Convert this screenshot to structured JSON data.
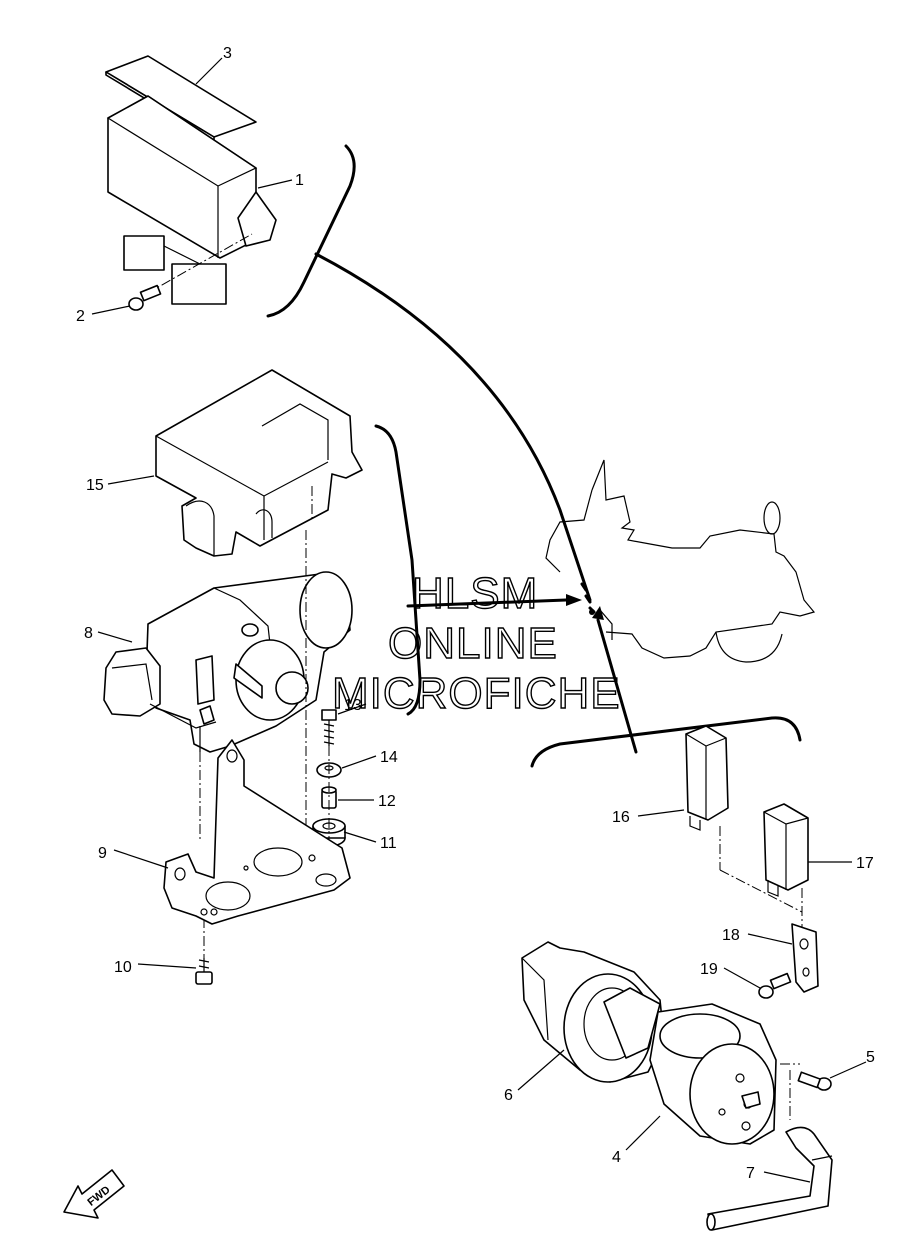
{
  "callouts": [
    {
      "id": "1",
      "text": "1"
    },
    {
      "id": "2",
      "text": "2"
    },
    {
      "id": "3",
      "text": "3"
    },
    {
      "id": "4",
      "text": "4"
    },
    {
      "id": "5",
      "text": "5"
    },
    {
      "id": "6",
      "text": "6"
    },
    {
      "id": "7",
      "text": "7"
    },
    {
      "id": "8",
      "text": "8"
    },
    {
      "id": "9",
      "text": "9"
    },
    {
      "id": "10",
      "text": "10"
    },
    {
      "id": "11",
      "text": "11"
    },
    {
      "id": "12",
      "text": "12"
    },
    {
      "id": "13",
      "text": "13"
    },
    {
      "id": "14",
      "text": "14"
    },
    {
      "id": "15",
      "text": "15"
    },
    {
      "id": "16",
      "text": "16"
    },
    {
      "id": "17",
      "text": "17"
    },
    {
      "id": "18",
      "text": "18"
    },
    {
      "id": "19",
      "text": "19"
    }
  ],
  "watermark": {
    "line1": "HLSM",
    "line2": "ONLINE",
    "line3": "MICROFICHE"
  },
  "fwd_badge": {
    "text": "FWD"
  },
  "colors": {
    "ink": "#000000",
    "paper": "#ffffff"
  }
}
